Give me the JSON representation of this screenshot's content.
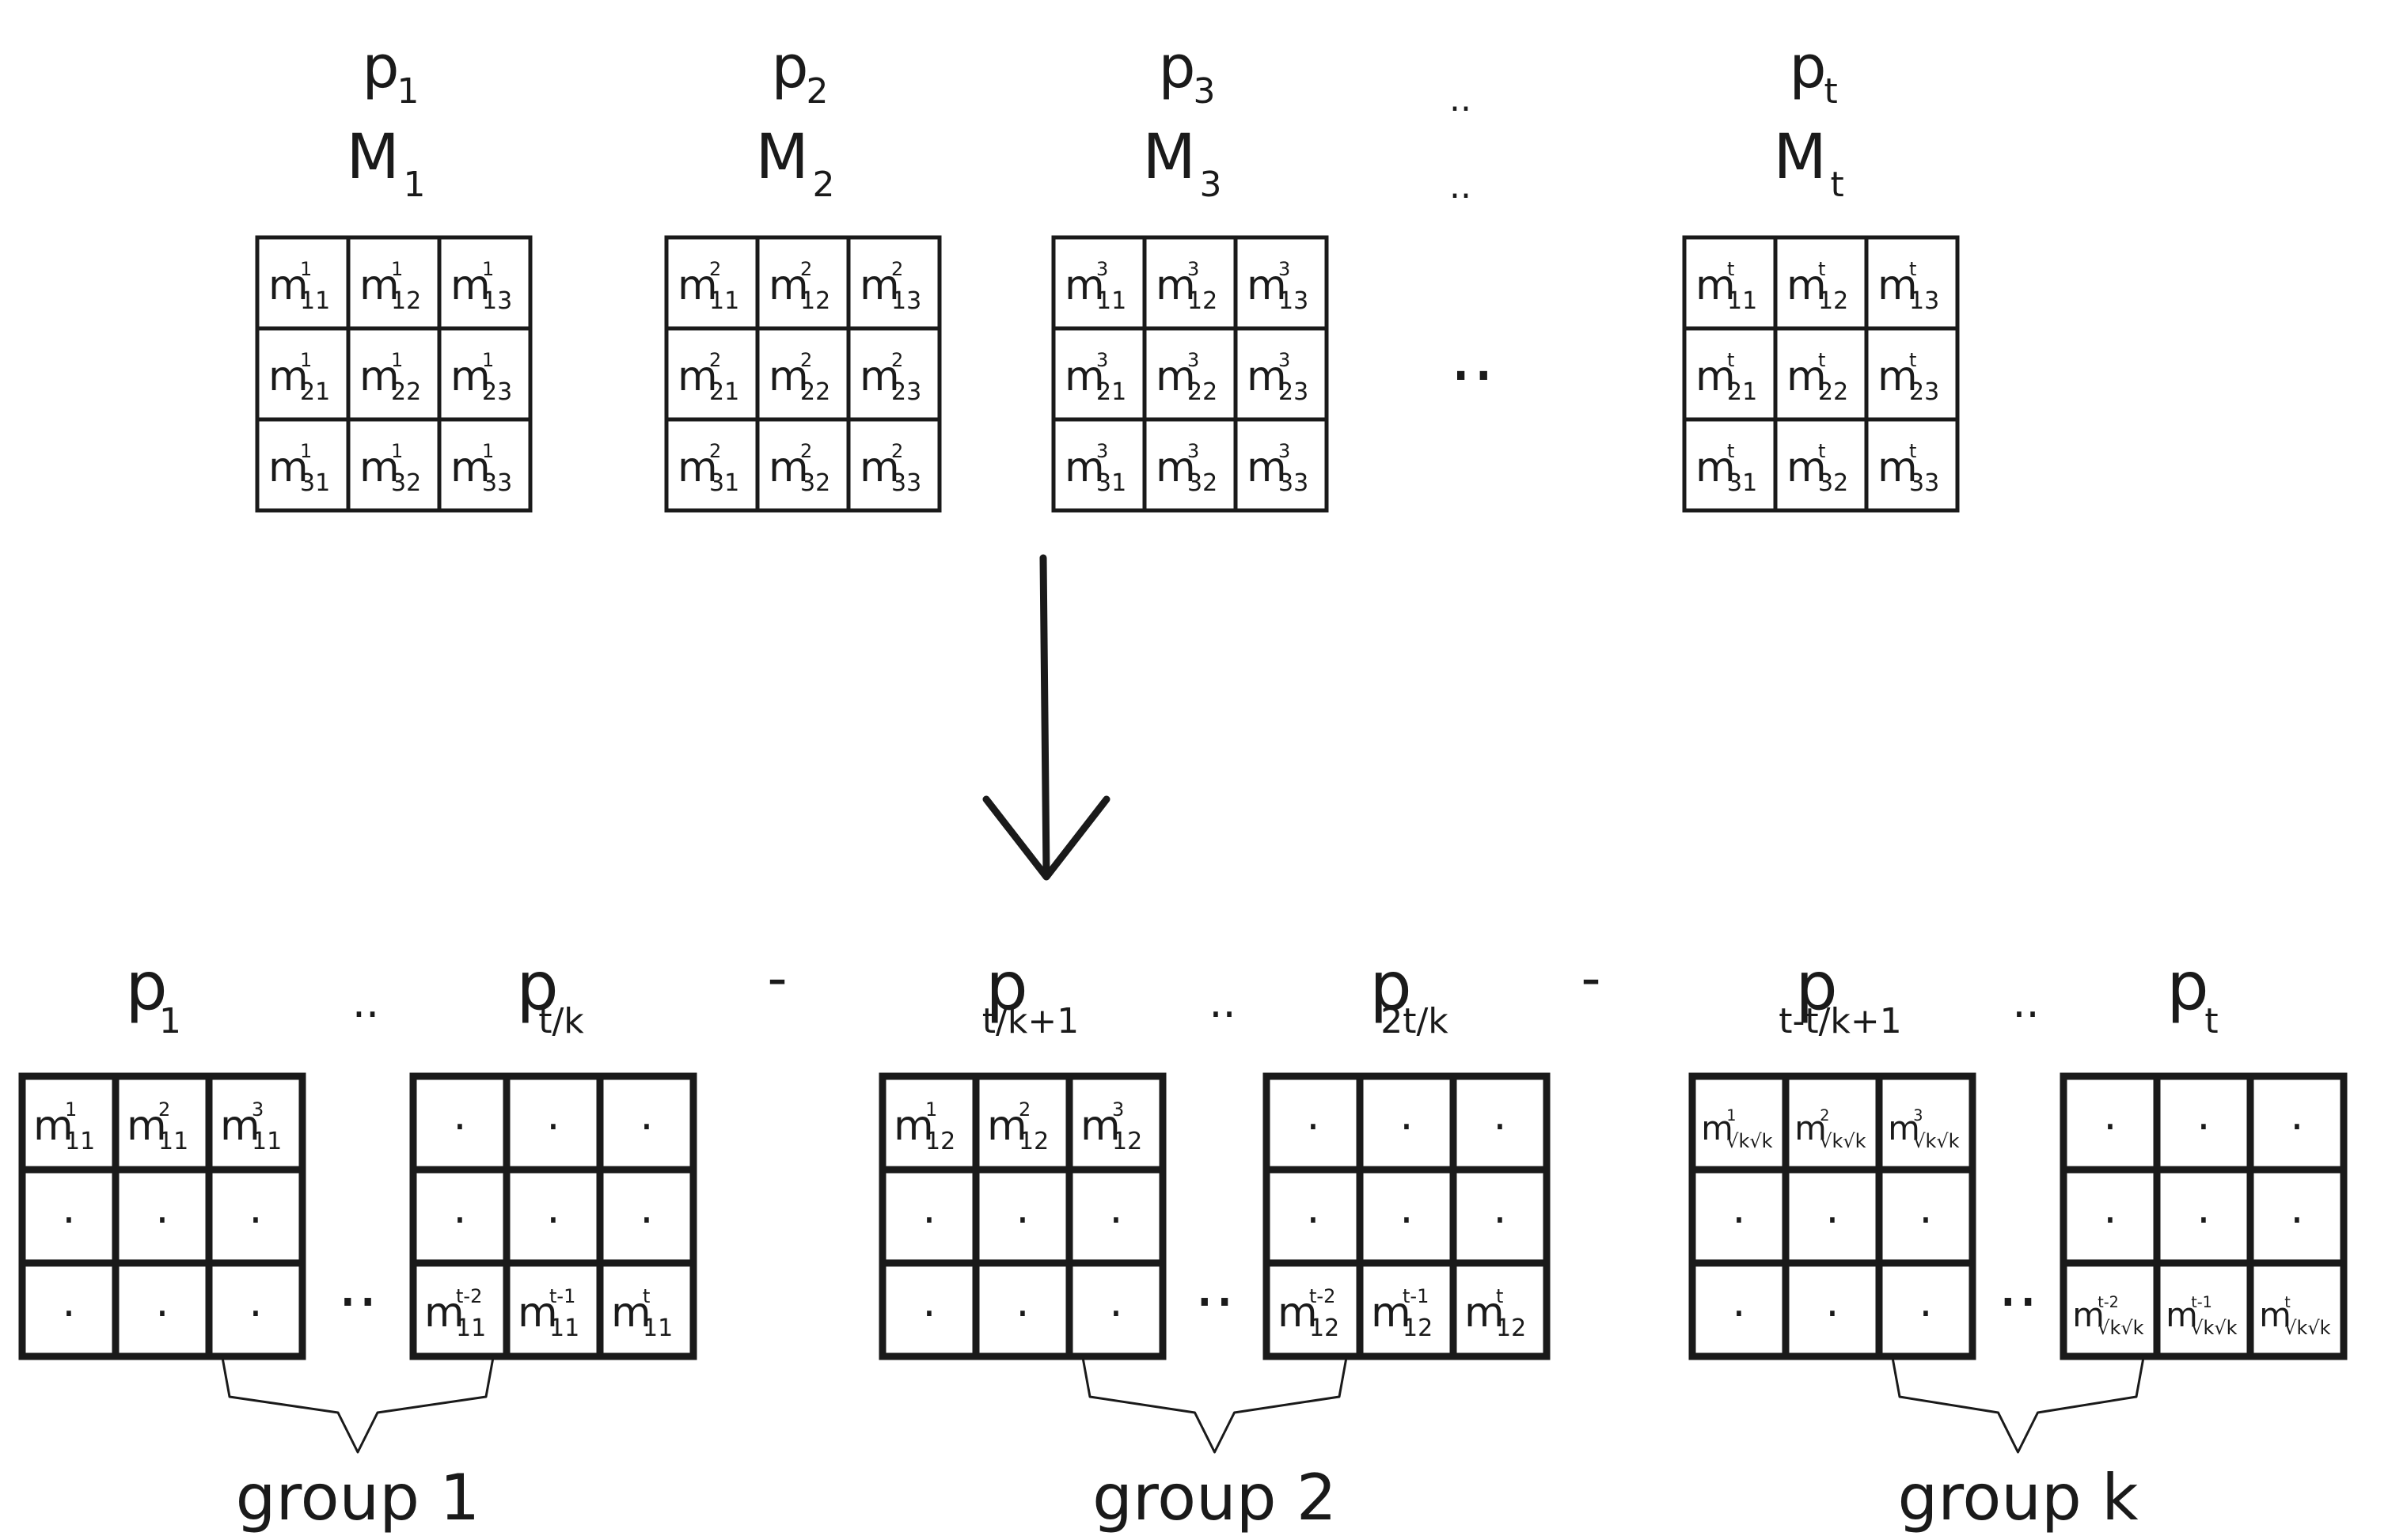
{
  "top": {
    "processors": [
      {
        "p": "p",
        "p_sub": "1",
        "M": "M",
        "M_sub": "1",
        "sup": "1"
      },
      {
        "p": "p",
        "p_sub": "2",
        "M": "M",
        "M_sub": "2",
        "sup": "2"
      },
      {
        "p": "p",
        "p_sub": "3",
        "M": "M",
        "M_sub": "3",
        "sup": "3"
      },
      {
        "p": "p",
        "p_sub": "t",
        "M": "M",
        "M_sub": "t",
        "sup": "t"
      }
    ],
    "cell_letter": "m",
    "cell_indices": [
      [
        "11",
        "12",
        "13"
      ],
      [
        "21",
        "22",
        "23"
      ],
      [
        "31",
        "32",
        "33"
      ]
    ],
    "ellipsis": ".."
  },
  "bottom": {
    "groups": [
      {
        "label": "group 1",
        "left_label": {
          "p": "p",
          "sub": "1"
        },
        "right_label": {
          "p": "p",
          "sub": "t/k"
        },
        "first_row": [
          {
            "sup": "1",
            "sub": "11"
          },
          {
            "sup": "2",
            "sub": "11"
          },
          {
            "sup": "3",
            "sub": "11"
          }
        ],
        "last_row": [
          {
            "sup": "t-2",
            "sub": "11"
          },
          {
            "sup": "t-1",
            "sub": "11"
          },
          {
            "sup": "t",
            "sub": "11"
          }
        ]
      },
      {
        "label": "group 2",
        "left_label": {
          "p": "p",
          "sub": "t/k+1"
        },
        "right_label": {
          "p": "p",
          "sub": "2t/k"
        },
        "first_row": [
          {
            "sup": "1",
            "sub": "12"
          },
          {
            "sup": "2",
            "sub": "12"
          },
          {
            "sup": "3",
            "sub": "12"
          }
        ],
        "last_row": [
          {
            "sup": "t-2",
            "sub": "12"
          },
          {
            "sup": "t-1",
            "sub": "12"
          },
          {
            "sup": "t",
            "sub": "12"
          }
        ]
      },
      {
        "label": "group k",
        "left_label": {
          "p": "p",
          "sub": "t-t/k+1"
        },
        "right_label": {
          "p": "p",
          "sub": "t"
        },
        "first_row": [
          {
            "sup": "1",
            "sub": "√k√k"
          },
          {
            "sup": "2",
            "sub": "√k√k"
          },
          {
            "sup": "3",
            "sub": "√k√k"
          }
        ],
        "last_row": [
          {
            "sup": "t-2",
            "sub": "√k√k"
          },
          {
            "sup": "t-1",
            "sub": "√k√k"
          },
          {
            "sup": "t",
            "sub": "√k√k"
          }
        ]
      }
    ],
    "dot": ".",
    "ellipsis": "..",
    "separator": "-"
  },
  "colors": {
    "ink": "#1a1a1a",
    "background": "#ffffff"
  }
}
